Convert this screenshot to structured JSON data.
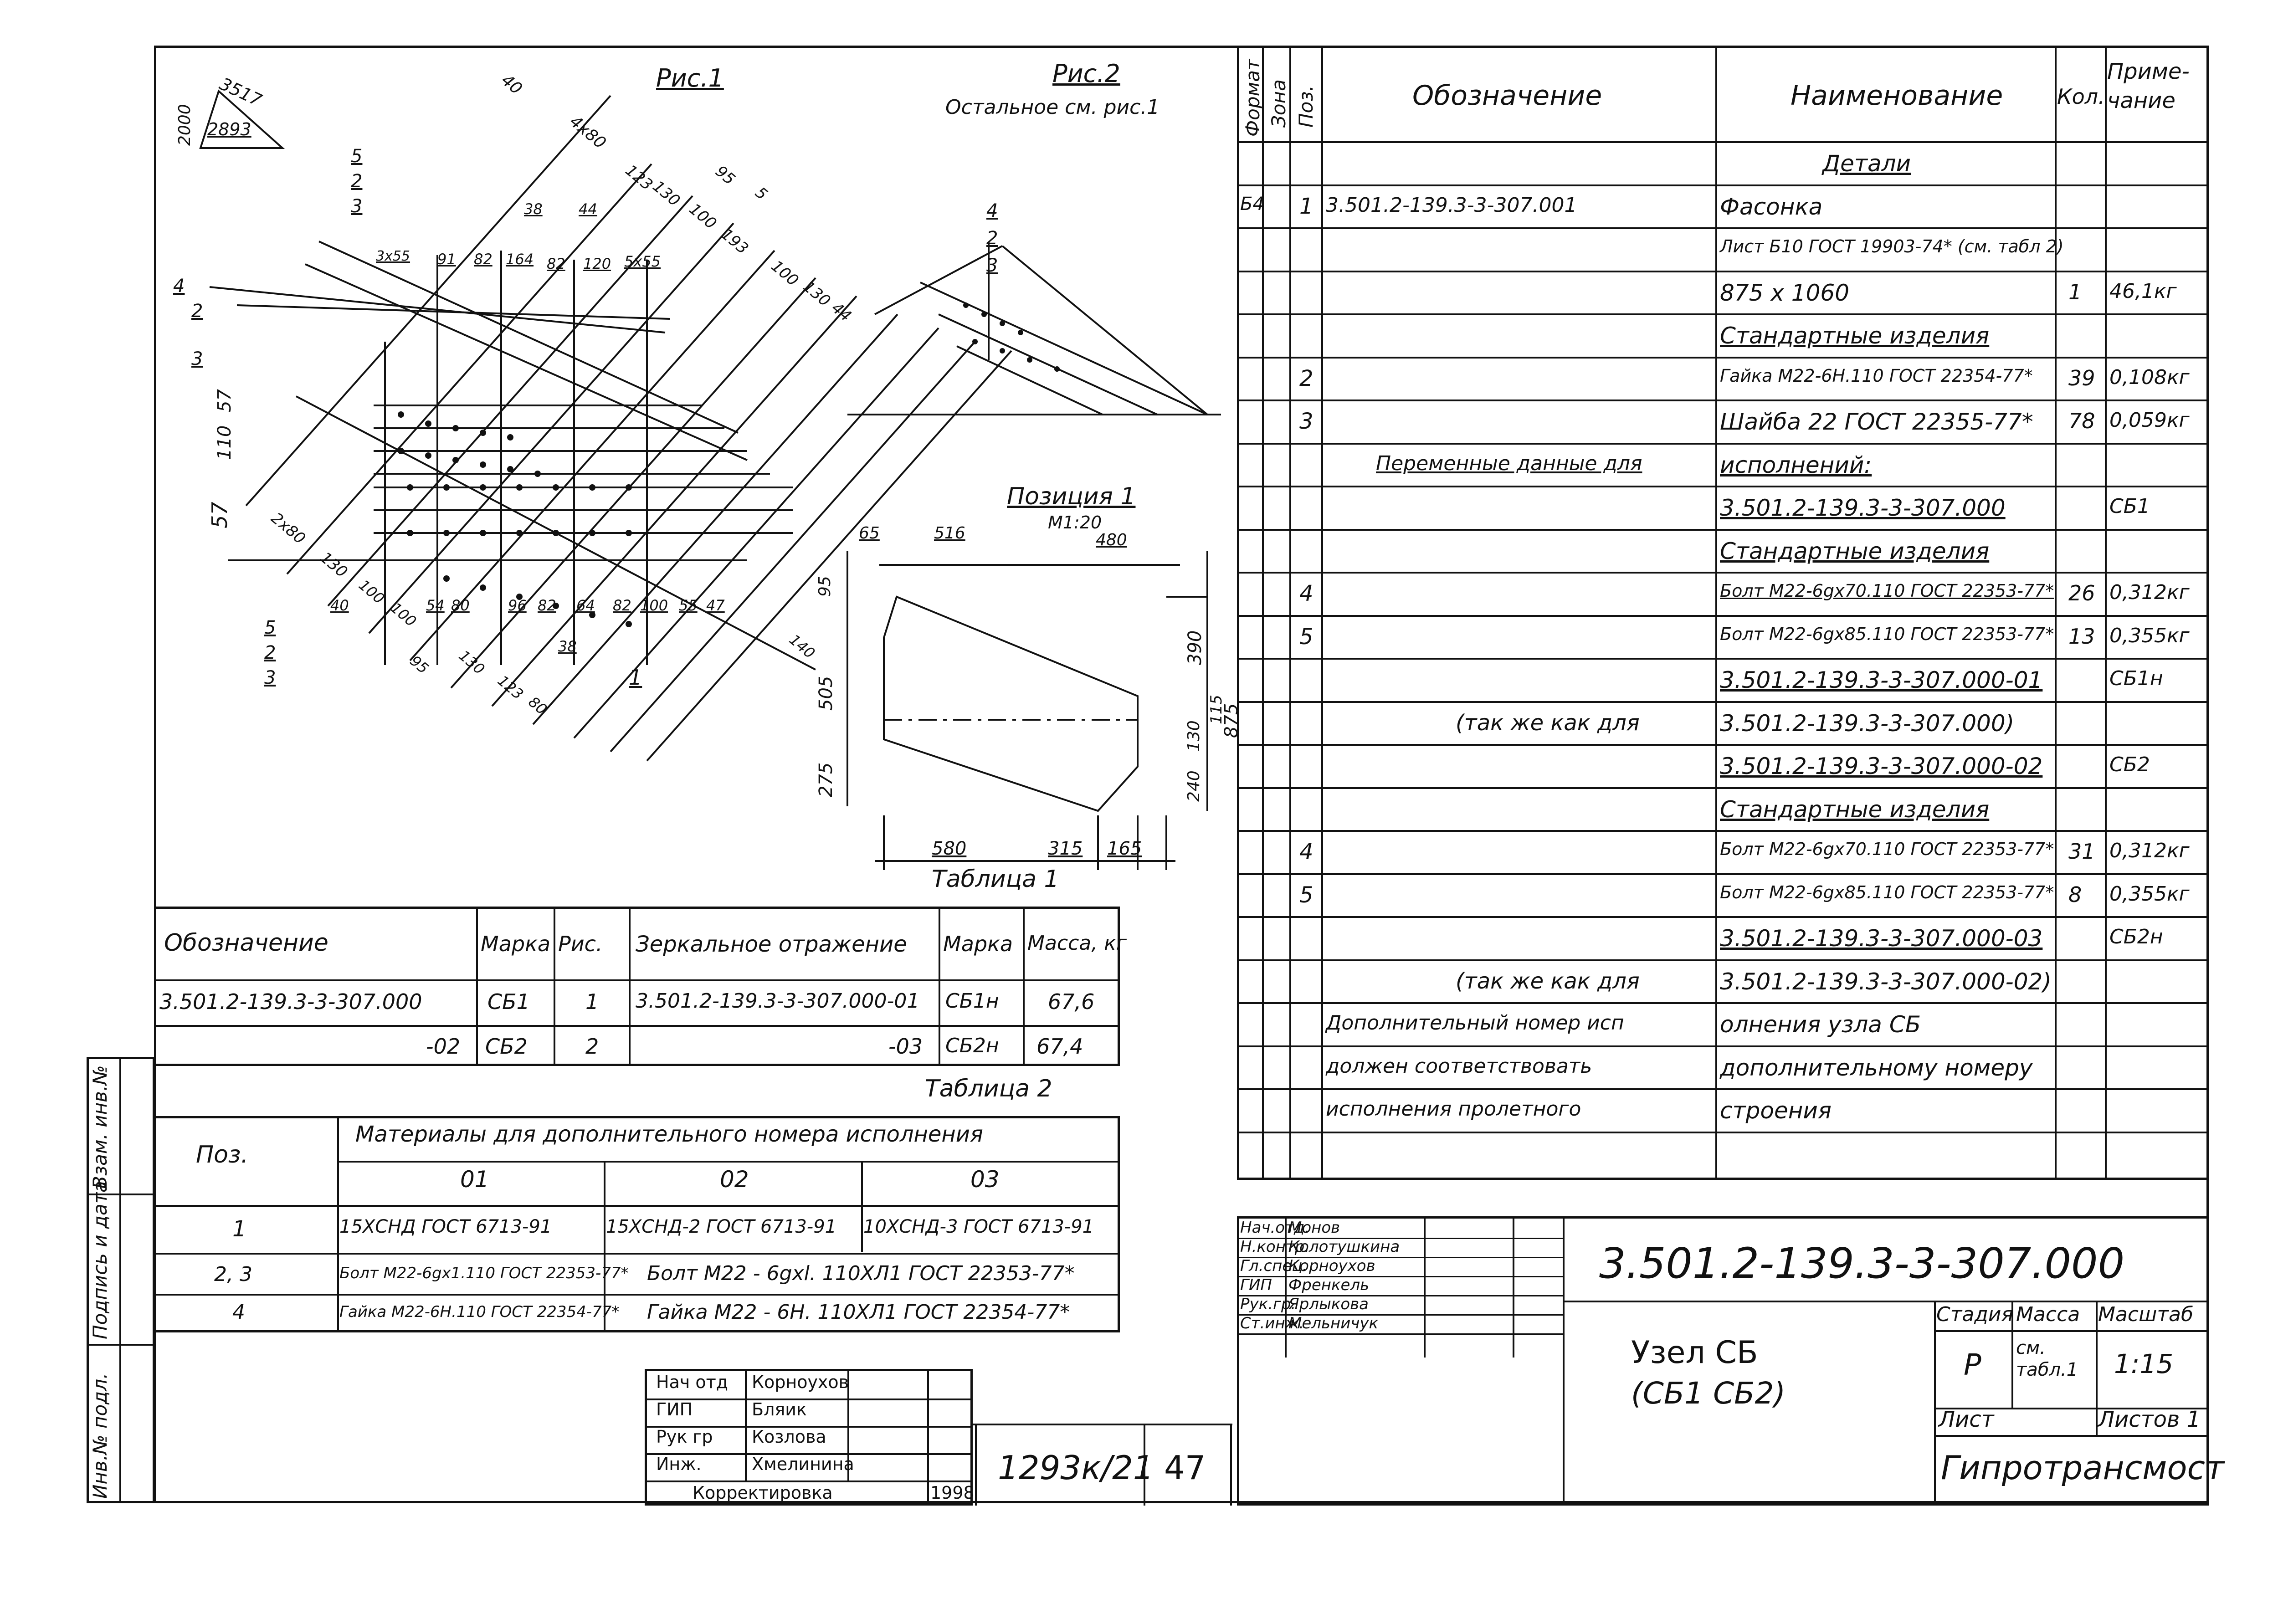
{
  "drawing_number": "3.501.2-139.3-3-307.000",
  "node_title": "Узел СБ",
  "node_sub": "(СБ1  СБ2)",
  "org": "Гипротрансмост",
  "archive_number": "1293к/21",
  "page_number": "47",
  "figures": {
    "fig1": "Рис.1",
    "fig2": "Рис.2",
    "fig2_note": "Остальное см. рис.1",
    "pos1_title": "Позиция 1",
    "pos1_scale": "М1:20",
    "slope": {
      "a": "3517",
      "b": "2893",
      "c": "2000"
    },
    "fig1_labels": [
      "40",
      "4x80",
      "123",
      "130",
      "95",
      "5",
      "38",
      "44",
      "100",
      "3x55",
      "91",
      "82",
      "164",
      "82",
      "120",
      "5x55",
      "193",
      "100",
      "130",
      "44",
      "57",
      "110",
      "57",
      "2x80",
      "130",
      "100",
      "40",
      "100",
      "54",
      "80",
      "96",
      "82",
      "64",
      "82",
      "100",
      "55",
      "47",
      "95",
      "130",
      "123",
      "80",
      "38",
      "140",
      "5",
      "2",
      "3",
      "4",
      "2",
      "3",
      "5",
      "2",
      "3",
      "1"
    ],
    "fig2_labels": [
      "4",
      "2",
      "3"
    ],
    "pos1_dims": [
      "65",
      "516",
      "480",
      "95",
      "505",
      "275",
      "390",
      "115",
      "130",
      "240",
      "875",
      "580",
      "315",
      "165"
    ]
  },
  "table1": {
    "title": "Таблица 1",
    "headers": [
      "Обозначение",
      "Марка",
      "Рис.",
      "Зеркальное отражение",
      "Марка",
      "Масса, кг"
    ],
    "rows": [
      [
        "3.501.2-139.3-3-307.000",
        "СБ1",
        "1",
        "3.501.2-139.3-3-307.000-01",
        "СБ1н",
        "67,6"
      ],
      [
        "-02",
        "СБ2",
        "2",
        "-03",
        "СБ2н",
        "67,4"
      ]
    ]
  },
  "table2": {
    "title": "Таблица 2",
    "col_pos": "Поз.",
    "header": "Материалы для дополнительного номера исполнения",
    "subheaders": [
      "01",
      "02",
      "03"
    ],
    "rows": [
      [
        "1",
        "15ХСНД ГОСТ 6713-91",
        "15ХСНД-2 ГОСТ 6713-91",
        "10ХСНД-3 ГОСТ 6713-91"
      ],
      [
        "2, 3",
        "Болт М22-6gх1.110 ГОСТ 22353-77*",
        "Болт М22 - 6gхl. 110ХЛ1 ГОСТ 22353-77*",
        ""
      ],
      [
        "4",
        "Гайка М22-6Н.110 ГОСТ 22354-77*",
        "Гайка М22 - 6Н. 110ХЛ1 ГОСТ 22354-77*",
        ""
      ]
    ]
  },
  "spec": {
    "headers": {
      "format": "Формат",
      "zone": "Зона",
      "pos": "Поз.",
      "designation": "Обозначение",
      "name": "Наименование",
      "qty": "Кол.",
      "note": "Приме- чание"
    },
    "rows": [
      {
        "f": "",
        "p": "",
        "d": "",
        "n": "Детали",
        "q": "",
        "m": "",
        "nu": true,
        "nc": true
      },
      {
        "f": "Б4",
        "p": "1",
        "d": "3.501.2-139.3-3-307.001",
        "n": "Фасонка",
        "q": "",
        "m": ""
      },
      {
        "f": "",
        "p": "",
        "d": "",
        "n": "Лист  Б10 ГОСТ 19903-74*   (см. табл 2)",
        "q": "",
        "m": ""
      },
      {
        "f": "",
        "p": "",
        "d": "",
        "n": "875 x 1060",
        "q": "1",
        "m": "46,1кг"
      },
      {
        "f": "",
        "p": "",
        "d": "",
        "n": "Стандартные изделия",
        "q": "",
        "m": "",
        "nu": true
      },
      {
        "f": "",
        "p": "2",
        "d": "",
        "n": "Гайка М22-6Н.110 ГОСТ 22354-77*",
        "q": "39",
        "m": "0,108кг"
      },
      {
        "f": "",
        "p": "3",
        "d": "",
        "n": "Шайба 22 ГОСТ 22355-77*",
        "q": "78",
        "m": "0,059кг"
      },
      {
        "f": "",
        "p": "",
        "d": "Переменные данные для",
        "n": "исполнений:",
        "q": "",
        "m": "",
        "du": true,
        "nu": true
      },
      {
        "f": "",
        "p": "",
        "d": "",
        "n": "3.501.2-139.3-3-307.000",
        "q": "",
        "m": "СБ1",
        "nu": true
      },
      {
        "f": "",
        "p": "",
        "d": "",
        "n": "Стандартные изделия",
        "q": "",
        "m": "",
        "nu": true
      },
      {
        "f": "",
        "p": "4",
        "d": "",
        "n": "Болт М22-6gх70.110 ГОСТ 22353-77*",
        "q": "26",
        "m": "0,312кг",
        "nu": true
      },
      {
        "f": "",
        "p": "5",
        "d": "",
        "n": "Болт М22-6gх85.110 ГОСТ 22353-77*",
        "q": "13",
        "m": "0,355кг"
      },
      {
        "f": "",
        "p": "",
        "d": "",
        "n": "3.501.2-139.3-3-307.000-01",
        "q": "",
        "m": "СБ1н",
        "nu": true
      },
      {
        "f": "",
        "p": "",
        "d": "(так же как для",
        "n": "3.501.2-139.3-3-307.000)",
        "q": "",
        "m": "",
        "dr": true
      },
      {
        "f": "",
        "p": "",
        "d": "",
        "n": "3.501.2-139.3-3-307.000-02",
        "q": "",
        "m": "СБ2",
        "nu": true
      },
      {
        "f": "",
        "p": "",
        "d": "",
        "n": "Стандартные изделия",
        "q": "",
        "m": "",
        "nu": true
      },
      {
        "f": "",
        "p": "4",
        "d": "",
        "n": "Болт М22-6gх70.110 ГОСТ 22353-77*",
        "q": "31",
        "m": "0,312кг"
      },
      {
        "f": "",
        "p": "5",
        "d": "",
        "n": "Болт М22-6gх85.110 ГОСТ 22353-77*",
        "q": "8",
        "m": "0,355кг"
      },
      {
        "f": "",
        "p": "",
        "d": "",
        "n": "3.501.2-139.3-3-307.000-03",
        "q": "",
        "m": "СБ2н",
        "nu": true
      },
      {
        "f": "",
        "p": "",
        "d": "(так же как для",
        "n": "3.501.2-139.3-3-307.000-02)",
        "q": "",
        "m": "",
        "dr": true
      },
      {
        "f": "",
        "p": "",
        "d": "Дополнительный номер исп",
        "n": "олнения узла СБ",
        "q": "",
        "m": ""
      },
      {
        "f": "",
        "p": "",
        "d": "должен соответствовать",
        "n": "дополнительному номеру",
        "q": "",
        "m": ""
      },
      {
        "f": "",
        "p": "",
        "d": "исполнения пролетного",
        "n": "строения",
        "q": "",
        "m": ""
      }
    ]
  },
  "title_block": {
    "roles": [
      [
        "Нач.отд.",
        "Монов"
      ],
      [
        "Н.контр.",
        "Колотушкина"
      ],
      [
        "Гл.спец.",
        "Корноухов"
      ],
      [
        "ГИП",
        "Френкель"
      ],
      [
        "Рук.гр.",
        "Ярлыкова"
      ],
      [
        "Ст.инж.",
        "Мельничук"
      ]
    ],
    "stage_label": "Стадия",
    "mass_label": "Масса",
    "scale_label": "Масштаб",
    "stage": "Р",
    "mass": "см. табл.1",
    "scale": "1:15",
    "sheet_label": "Лист",
    "sheets_label": "Листов 1"
  },
  "correction": {
    "rows": [
      [
        "Нач отд",
        "Корноухов"
      ],
      [
        "ГИП",
        "Бляик"
      ],
      [
        "Рук гр",
        "Козлова"
      ],
      [
        "Инж.",
        "Хмелинина"
      ]
    ],
    "label": "Корректировка",
    "year": "1998"
  },
  "side_stamp": [
    "Инв.№ подл.",
    "Подпись и дата",
    "Взам. инв.№"
  ]
}
